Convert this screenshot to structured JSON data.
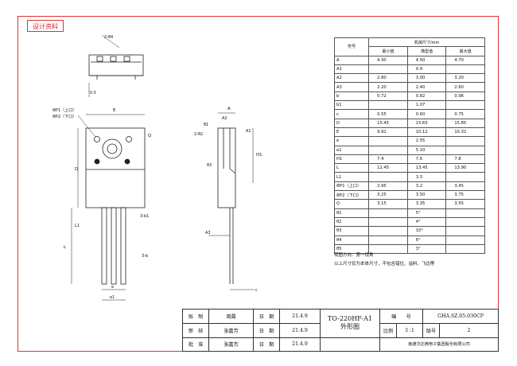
{
  "stamp_label": "设计资料",
  "drawing": {
    "front": {
      "top_dim": "E",
      "p1_label": "ΦP1（上口）",
      "p2_label": "ΦP2（下口）",
      "q_label": "Q",
      "d_label": "D",
      "h1_label": "3-b1",
      "l1_label": "L1",
      "l_label": "L",
      "b_label": "3-b",
      "e1_label": "e1",
      "e_label": "e"
    },
    "top_view": {
      "angle_label": "2-θ4",
      "a2_label": "0.5"
    },
    "side": {
      "a_label": "A",
      "a2_label": "A2",
      "b1_label": "θ1",
      "h1_label": "H1",
      "a3_label": "A3",
      "c_label": "c",
      "theta_label": "2-θ2",
      "theta3_label": "θ3",
      "a1_label": "A1"
    }
  },
  "table": {
    "symbol_header": "符号",
    "group_header": "机械尺寸/mm",
    "min_header": "最小值",
    "typ_header": "典型值",
    "max_header": "最大值",
    "rows": [
      {
        "sym": "A",
        "min": "4.30",
        "typ": "4.50",
        "max": "4.70"
      },
      {
        "sym": "A1",
        "min": "",
        "typ": "0.9",
        "max": ""
      },
      {
        "sym": "A2",
        "min": "2.80",
        "typ": "3.00",
        "max": "3.20"
      },
      {
        "sym": "A3",
        "min": "2.20",
        "typ": "2.40",
        "max": "2.60"
      },
      {
        "sym": "b",
        "min": "0.72",
        "typ": "0.82",
        "max": "0.96"
      },
      {
        "sym": "b1",
        "min": "",
        "typ": "1.07",
        "max": ""
      },
      {
        "sym": "c",
        "min": "0.55",
        "typ": "0.60",
        "max": "0.75"
      },
      {
        "sym": "D",
        "min": "15.45",
        "typ": "15.65",
        "max": "15.85"
      },
      {
        "sym": "E",
        "min": "9.92",
        "typ": "10.12",
        "max": "10.32"
      },
      {
        "sym": "e",
        "min": "",
        "typ": "2.55",
        "max": ""
      },
      {
        "sym": "e1",
        "min": "",
        "typ": "5.10",
        "max": ""
      },
      {
        "sym": "H1",
        "min": "7.4",
        "typ": "7.6",
        "max": "7.8"
      },
      {
        "sym": "L",
        "min": "12.45",
        "typ": "13.45",
        "max": "13.90"
      },
      {
        "sym": "L1",
        "min": "",
        "typ": "3.3",
        "max": ""
      },
      {
        "sym": "ΦP1（上口）",
        "min": "2.95",
        "typ": "3.2",
        "max": "3.45"
      },
      {
        "sym": "ΦP2（下口）",
        "min": "3.25",
        "typ": "3.50",
        "max": "3.75"
      },
      {
        "sym": "Q",
        "min": "3.15",
        "typ": "3.35",
        "max": "3.55"
      },
      {
        "sym": "θ1",
        "min": "",
        "typ": "5°",
        "max": ""
      },
      {
        "sym": "θ2",
        "min": "",
        "typ": "4°",
        "max": ""
      },
      {
        "sym": "θ3",
        "min": "",
        "typ": "10°",
        "max": ""
      },
      {
        "sym": "θ4",
        "min": "",
        "typ": "6°",
        "max": ""
      },
      {
        "sym": "θ5",
        "min": "",
        "typ": "3°",
        "max": ""
      }
    ]
  },
  "notes": {
    "line1": "视图方向：第一视角",
    "line2": "以上尺寸仅为本体尺寸，不包含错位、溢料、飞边等"
  },
  "title_block": {
    "r1_label": "拟　制",
    "r1_name": "周霞",
    "r1_date_label": "日　期",
    "r1_date": "21.4.9",
    "r2_label": "审　核",
    "r2_name": "张嘉芳",
    "r2_date_label": "日　期",
    "r2_date": "21.4.9",
    "r3_label": "批　准",
    "r3_name": "张嘉芳",
    "r3_date_label": "日　期",
    "r3_date": "21.4.9",
    "package_name": "TO-220HF-A1",
    "drawing_type": "外形图",
    "code_label": "编　　号",
    "code": "GHA.SZ.05.030CP",
    "scale_label": "比例",
    "scale": "3 :1",
    "version_label": "版号",
    "version": "2",
    "company": "南通华达微电子集团股份有限公司"
  }
}
